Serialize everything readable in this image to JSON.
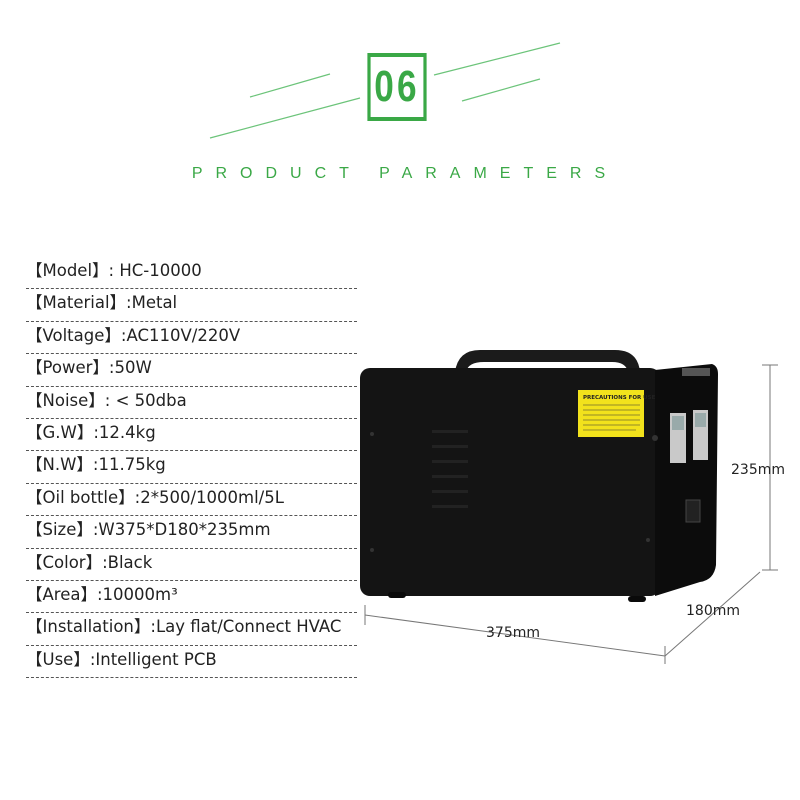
{
  "header": {
    "number": "06",
    "subtitle": "PRODUCT PARAMETERS"
  },
  "colors": {
    "accent": "#3aa846",
    "product": "#141414",
    "label": "#f2e21c"
  },
  "params": [
    {
      "label": "【Model】",
      "value": ": HC-10000"
    },
    {
      "label": "【Material】",
      "value": ":Metal"
    },
    {
      "label": "【Voltage】",
      "value": ":AC110V/220V"
    },
    {
      "label": "【Power】",
      "value": ":50W"
    },
    {
      "label": "【Noise】",
      "value": ": < 50dba"
    },
    {
      "label": "【G.W】",
      "value": ":12.4kg"
    },
    {
      "label": "【N.W】",
      "value": ":11.75kg"
    },
    {
      "label": "【Oil bottle】",
      "value": ":2*500/1000ml/5L"
    },
    {
      "label": "【Size】",
      "value": ":W375*D180*235mm"
    },
    {
      "label": "【Color】",
      "value": ":Black"
    },
    {
      "label": "【Area】",
      "value": ":10000m³"
    },
    {
      "label": "【Installation】",
      "value": ":Lay flat/Connect HVAC"
    },
    {
      "label": "【Use】",
      "value": ":Intelligent PCB"
    }
  ],
  "product": {
    "warning_label": "PRECAUTIONS FOR USE"
  },
  "dimensions": {
    "height": "235mm",
    "width": "375mm",
    "depth": "180mm"
  }
}
